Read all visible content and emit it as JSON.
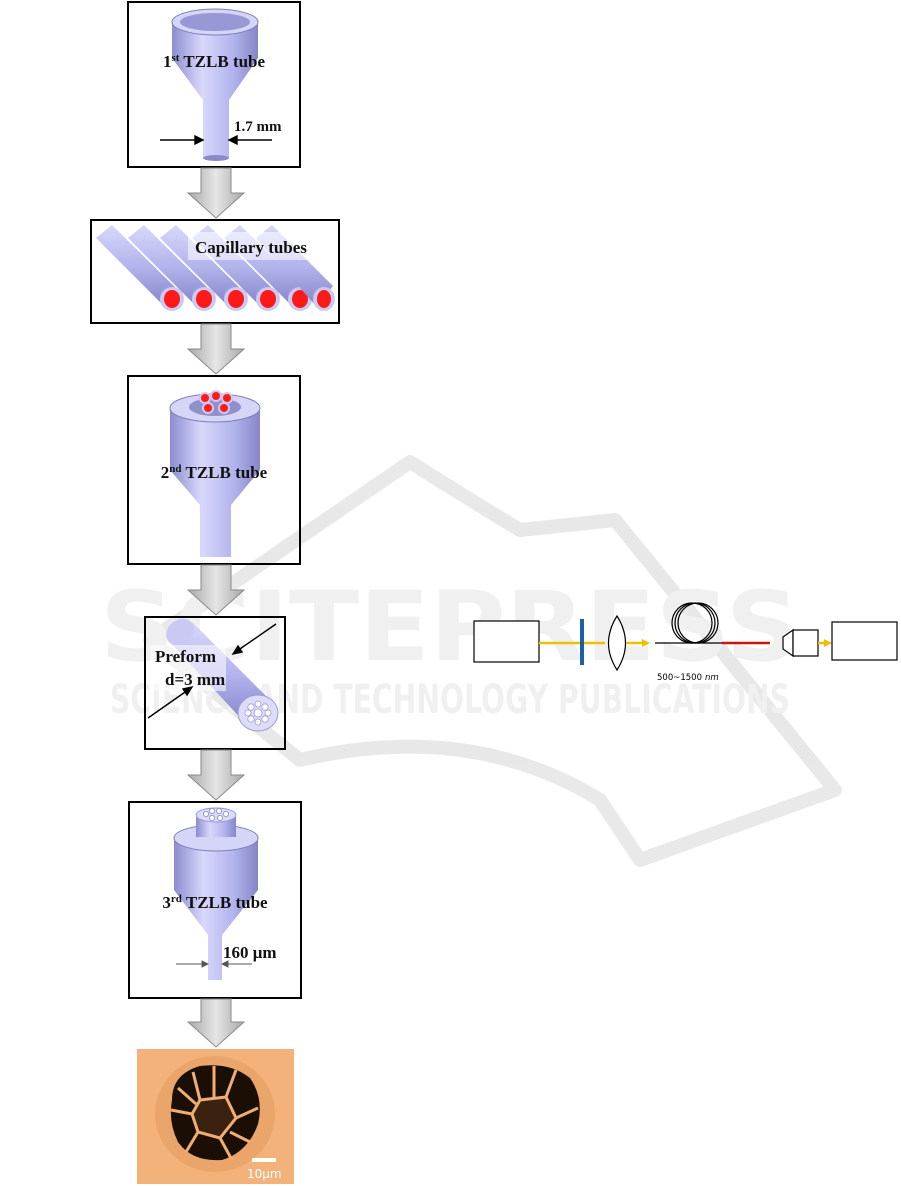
{
  "watermark": {
    "title": "SCITEPRESS",
    "subtitle": "SCIENCE AND TECHNOLOGY PUBLICATIONS"
  },
  "fabrication_flow": {
    "step1": {
      "label_num": "1",
      "label_sup": "st",
      "label_rest": " TZLB  tube",
      "dimension": "1.7 mm"
    },
    "step2": {
      "label": "Capillary tubes"
    },
    "step3": {
      "label_num": "2",
      "label_sup": "nd",
      "label_rest": " TZLB  tube"
    },
    "step4": {
      "label": "Preform",
      "dimension": "d=3 mm"
    },
    "step5": {
      "label_num": "3",
      "label_sup": "rd",
      "label_rest": " TZLB  tube",
      "dimension": "160 μm"
    },
    "step6": {
      "scale_bar": "10μm"
    }
  },
  "setup": {
    "wavelength_range": "500~1500",
    "wavelength_unit": "nm"
  },
  "colors": {
    "tube_fill": "#b9b9f0",
    "core_red": "#ff1a1a",
    "arrow_grey": "#c8c8c8",
    "beam_yellow": "#f0c000",
    "filter_blue": "#1f5fa8",
    "fiber_red": "#c81414",
    "micrograph_bg": "#f2b27a"
  }
}
